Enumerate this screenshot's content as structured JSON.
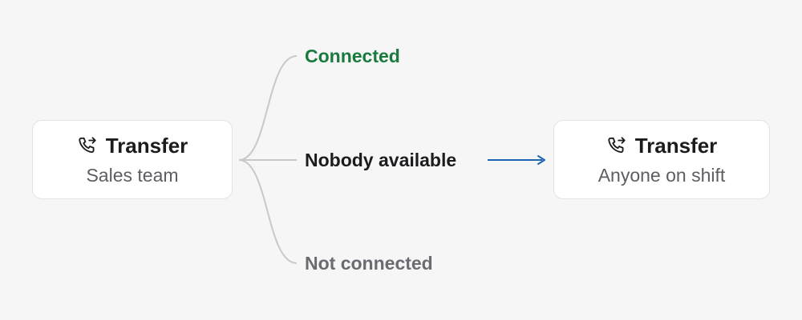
{
  "source_node": {
    "icon": "phone-transfer-icon",
    "title": "Transfer",
    "subtitle": "Sales team"
  },
  "target_node": {
    "icon": "phone-transfer-icon",
    "title": "Transfer",
    "subtitle": "Anyone on shift"
  },
  "branches": [
    {
      "label": "Connected",
      "color": "#1a7a3e"
    },
    {
      "label": "Nobody available",
      "color": "#1c1c1f"
    },
    {
      "label": "Not connected",
      "color": "#6b6b72"
    }
  ],
  "colors": {
    "background": "#f6f6f7",
    "connector": "#c8c8cd",
    "arrow": "#1f63b3"
  }
}
